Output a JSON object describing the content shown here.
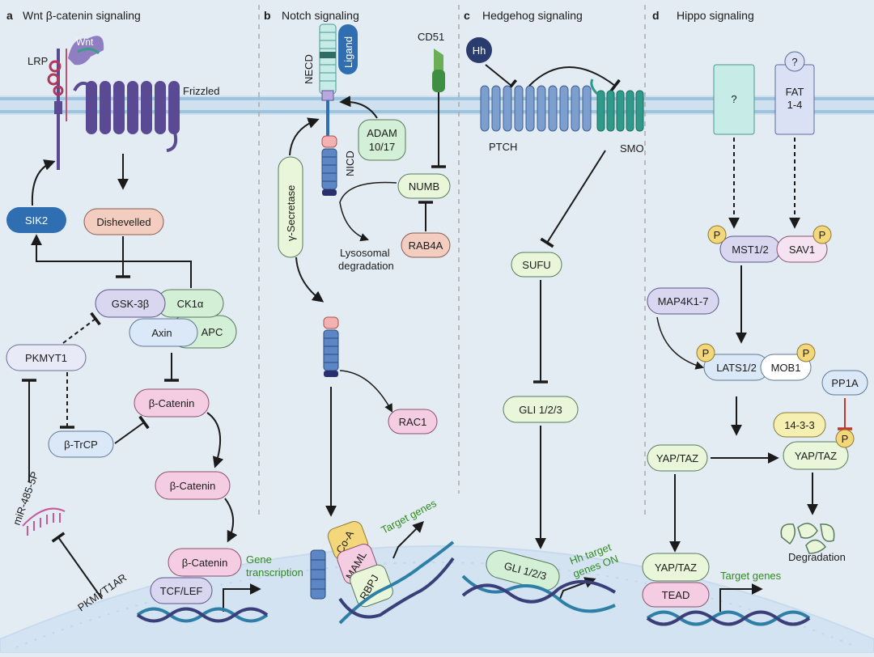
{
  "panels": {
    "a": {
      "letter": "a",
      "title": "Wnt β-catenin signaling"
    },
    "b": {
      "letter": "b",
      "title": "Notch signaling"
    },
    "c": {
      "letter": "c",
      "title": "Hedgehog signaling"
    },
    "d": {
      "letter": "d",
      "title": "Hippo signaling"
    }
  },
  "wnt": {
    "lrp": "LRP",
    "wnt": "Wnt",
    "frizzled": "Frizzled",
    "sik2": "SIK2",
    "dishevelled": "Dishevelled",
    "gsk3b": "GSK-3β",
    "ck1a": "CK1α",
    "axin": "Axin",
    "apc": "APC",
    "pkmyt1": "PKMYT1",
    "bcatenin": "β-Catenin",
    "btrcp": "β-TrCP",
    "mir": "miR-485-5P",
    "pkmyt1ar": "PKMYT1AR",
    "tcflef": "TCF/LEF",
    "gene_transcription": [
      "Gene",
      "transcription"
    ]
  },
  "notch": {
    "necd": "NECD",
    "ligand": "Ligand",
    "cd51": "CD51",
    "adam": [
      "ADAM",
      "10/17"
    ],
    "nicd": "NICD",
    "gsecretase": "γ-Secretase",
    "numb": "NUMB",
    "rab4a": "RAB4A",
    "lysosomal": [
      "Lysosomal",
      "degradation"
    ],
    "rac1": "RAC1",
    "coa": "Co-A",
    "maml": "MAML",
    "rbpj": "RBPJ",
    "target_genes": "Target genes"
  },
  "hedgehog": {
    "hh": "Hh",
    "ptch": "PTCH",
    "smo": "SMO",
    "sufu": "SUFU",
    "gli": "GLI 1/2/3",
    "hh_target": [
      "Hh target",
      "genes ON"
    ]
  },
  "hippo": {
    "q": "?",
    "fat": [
      "FAT",
      "1-4"
    ],
    "p": "P",
    "mst": "MST1/2",
    "sav1": "SAV1",
    "map4k": "MAP4K1-7",
    "lats": "LATS1/2",
    "mob1": "MOB1",
    "pp1a": "PP1A",
    "p1433": "14-3-3",
    "yaptaz": "YAP/TAZ",
    "tead": "TEAD",
    "degradation": "Degradation",
    "target_genes": "Target genes"
  },
  "colors": {
    "membrane": "#9ec3de",
    "frizzled": "#5a4a93",
    "sik2": "#2f6fb1",
    "peach": "#f3cdc0",
    "lavender": "#d9d7f0",
    "mint": "#d3efd6",
    "pink": "#f5cde3",
    "blue": "#dbe8f7",
    "green": "#e9f6d9",
    "yellow": "#f3d77a",
    "teal": "#2f9a8a",
    "ptch": "#7d9fd0",
    "green_text": "#2e8b1e"
  }
}
